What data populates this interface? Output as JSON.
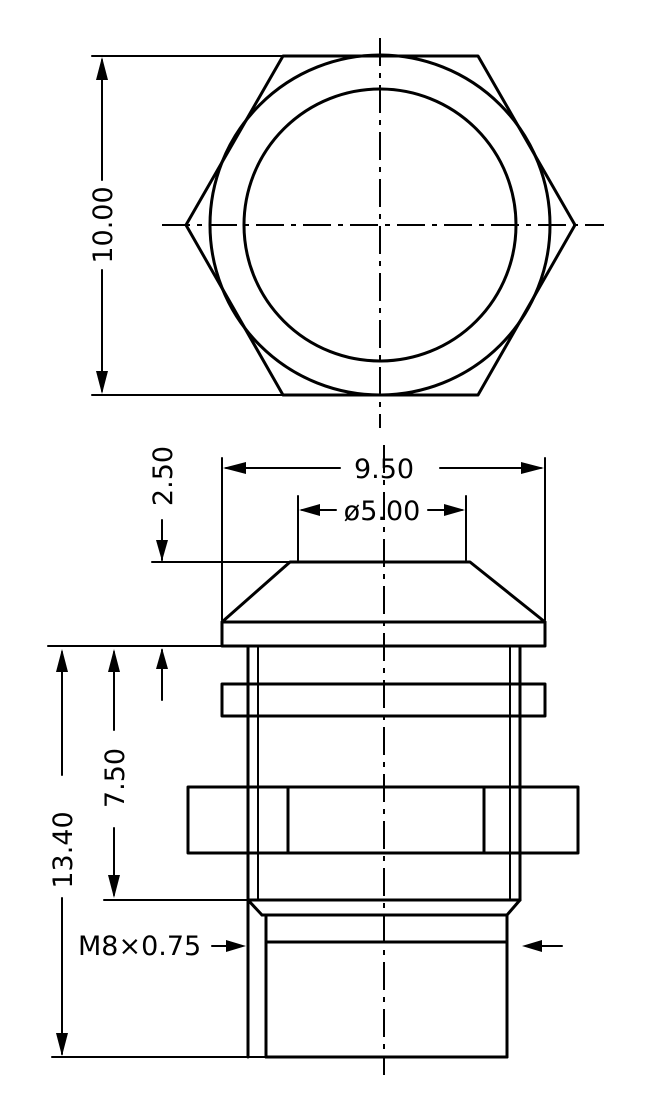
{
  "dimensions": {
    "hex_across_flats": "10.00",
    "flange_diameter": "9.50",
    "inner_diameter": "ø5.00",
    "height_top": "2.50",
    "thread_length": "7.50",
    "total_length": "13.40",
    "thread_spec": "M8×0.75"
  },
  "colors": {
    "line": "#000000",
    "background": "#ffffff"
  }
}
